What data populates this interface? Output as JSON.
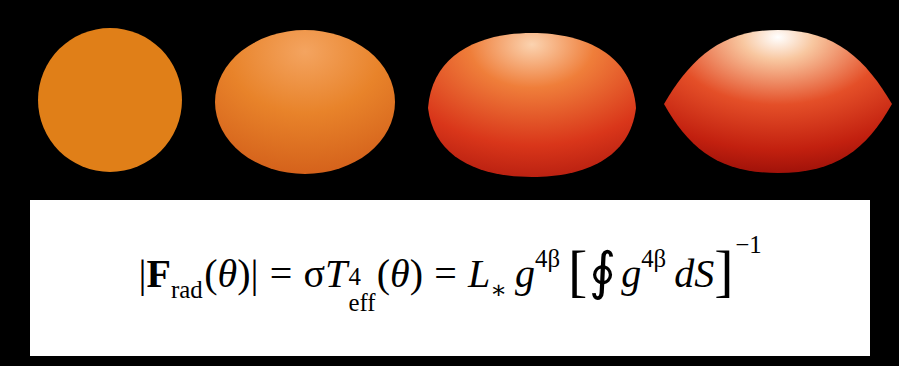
{
  "diagram": {
    "nodes": [
      {
        "text": [
          "|",
          "F",
          "rad",
          "(",
          "θ",
          ")|",
          "=",
          "σ",
          "T",
          "4",
          "eff",
          "(",
          "θ",
          ")",
          "=",
          "L",
          "∗",
          "g",
          "4β",
          "[",
          "∮",
          "g",
          "4β",
          "dS",
          "]",
          "−1"
        ]
      }
    ]
  }
}
